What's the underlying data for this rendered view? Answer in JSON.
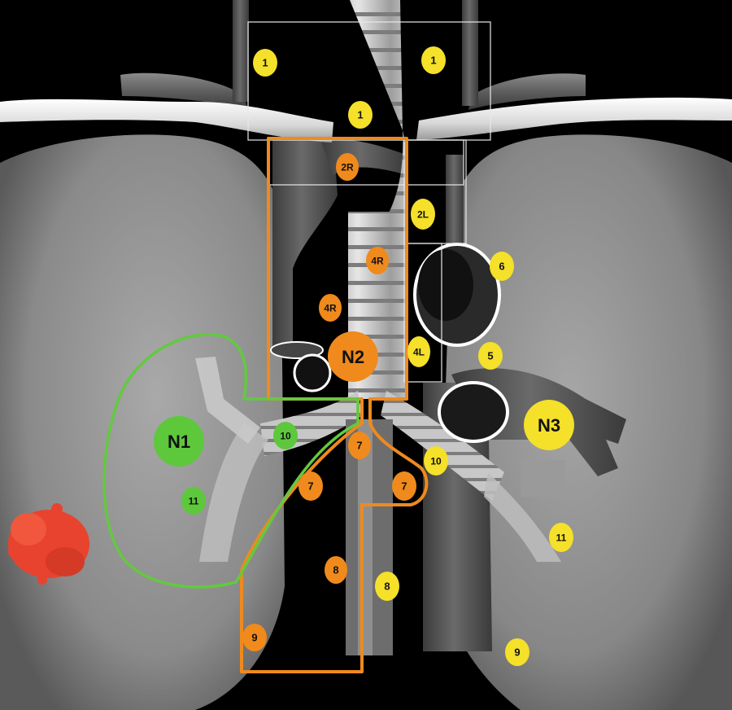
{
  "colors": {
    "background": "#000000",
    "yellow_station": "#F5E02A",
    "orange_station": "#F08A1C",
    "green_station": "#5DC83B",
    "n2_outline": "#EE8A1E",
    "n1_outline": "#63C940",
    "tumor": "#E8432E"
  },
  "stations": [
    {
      "id": "yellow-1-left",
      "text": "1",
      "group": "yellow"
    },
    {
      "id": "yellow-1-right",
      "text": "1",
      "group": "yellow"
    },
    {
      "id": "yellow-1-center",
      "text": "1",
      "group": "yellow"
    },
    {
      "id": "orange-2r",
      "text": "2R",
      "group": "orange"
    },
    {
      "id": "yellow-2l",
      "text": "2L",
      "group": "yellow"
    },
    {
      "id": "orange-4r-upper",
      "text": "4R",
      "group": "orange"
    },
    {
      "id": "orange-4r-lower",
      "text": "4R",
      "group": "orange"
    },
    {
      "id": "yellow-6",
      "text": "6",
      "group": "yellow"
    },
    {
      "id": "yellow-5",
      "text": "5",
      "group": "yellow"
    },
    {
      "id": "yellow-4l",
      "text": "4L",
      "group": "yellow"
    },
    {
      "id": "orange-n2",
      "text": "N2",
      "group": "orange"
    },
    {
      "id": "green-n1",
      "text": "N1",
      "group": "green"
    },
    {
      "id": "green-10",
      "text": "10",
      "group": "green"
    },
    {
      "id": "green-11",
      "text": "11",
      "group": "green"
    },
    {
      "id": "orange-7-center",
      "text": "7",
      "group": "orange"
    },
    {
      "id": "orange-7-left",
      "text": "7",
      "group": "orange"
    },
    {
      "id": "orange-7-right",
      "text": "7",
      "group": "orange"
    },
    {
      "id": "yellow-10",
      "text": "10",
      "group": "yellow"
    },
    {
      "id": "yellow-n3",
      "text": "N3",
      "group": "yellow"
    },
    {
      "id": "yellow-11",
      "text": "11",
      "group": "yellow"
    },
    {
      "id": "orange-8",
      "text": "8",
      "group": "orange"
    },
    {
      "id": "yellow-8",
      "text": "8",
      "group": "yellow"
    },
    {
      "id": "orange-9",
      "text": "9",
      "group": "orange"
    },
    {
      "id": "yellow-9",
      "text": "9",
      "group": "yellow"
    }
  ]
}
